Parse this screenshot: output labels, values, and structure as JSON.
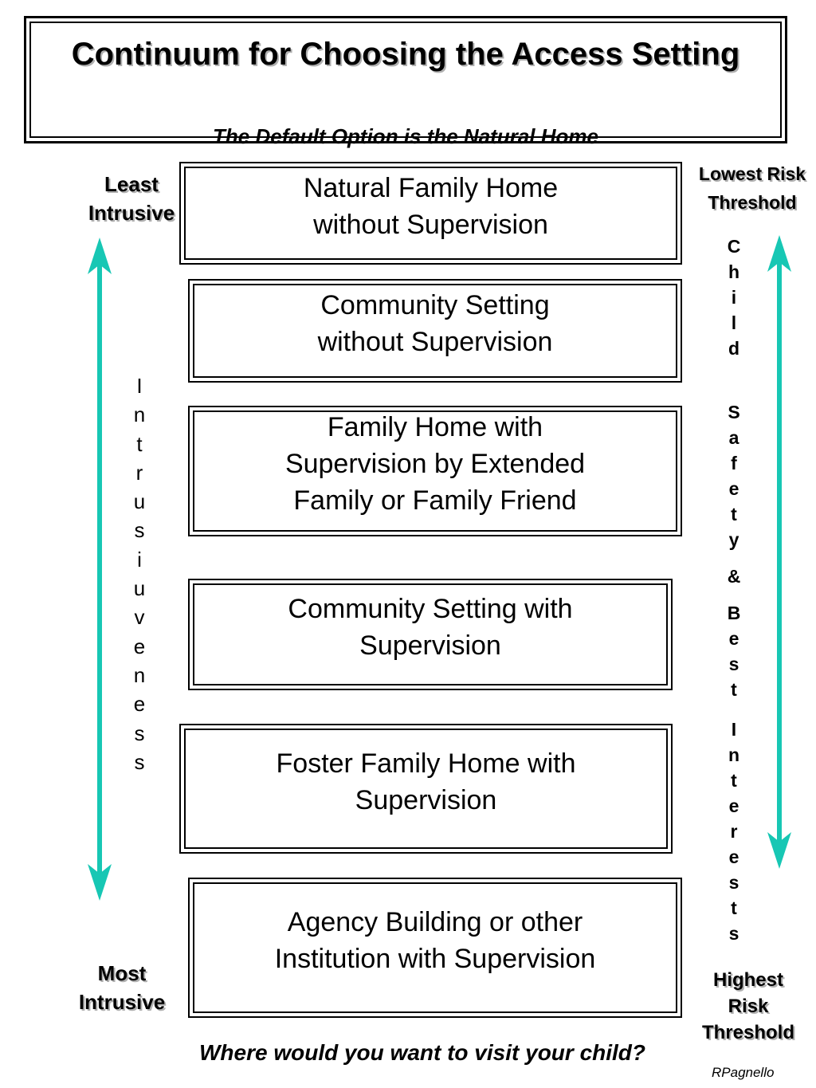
{
  "title": {
    "main": "Continuum for Choosing the Access Setting",
    "subtitle": "The Default Option is the Natural Home"
  },
  "left_axis": {
    "top_label": "Least\nIntrusive",
    "bottom_label": "Most\nIntrusive",
    "vertical_label": "Intrusiuveness",
    "arrow_color": "#17c7b4"
  },
  "right_axis": {
    "top_label": "Lowest Risk\nThreshold",
    "bottom_label": "Highest\nRisk\nThreshold",
    "vertical_label": "Child Safety & Best Interests",
    "arrow_color": "#17c7b4"
  },
  "settings": [
    {
      "label": "Natural Family Home\nwithout Supervision"
    },
    {
      "label": "Community Setting\nwithout Supervision"
    },
    {
      "label": "Family Home with\nSupervision by Extended\nFamily or Family Friend"
    },
    {
      "label": "Community Setting with\nSupervision"
    },
    {
      "label": "Foster Family Home with\nSupervision"
    },
    {
      "label": "Agency Building or other\nInstitution with Supervision"
    }
  ],
  "footer": {
    "question": "Where would you want to visit your child?",
    "credit": "RPagnello"
  }
}
